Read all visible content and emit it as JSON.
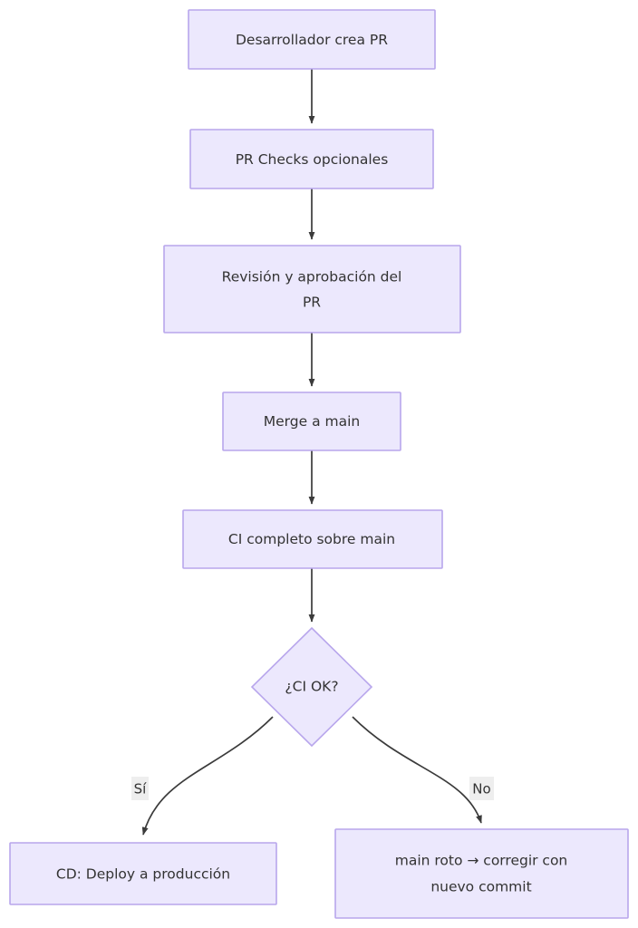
{
  "diagram": {
    "type": "flowchart",
    "direction": "top-to-bottom",
    "background_color": "#ffffff",
    "node_fill_color": "#ece8fd",
    "node_border_color": "#b8a6ec",
    "edge_color": "#3b3b3b",
    "text_color": "#333333",
    "edge_label_bg_color": "#eeeeee",
    "nodes": [
      {
        "id": "n1",
        "shape": "rect",
        "label": "Desarrollador crea PR",
        "label_lines": [
          "Desarrollador crea PR"
        ]
      },
      {
        "id": "n2",
        "shape": "rect",
        "label": "PR Checks opcionales",
        "label_lines": [
          "PR Checks opcionales"
        ]
      },
      {
        "id": "n3",
        "shape": "rect",
        "label": "Revisión y aprobación del PR",
        "label_lines": [
          "Revisión y aprobación del",
          "PR"
        ]
      },
      {
        "id": "n4",
        "shape": "rect",
        "label": "Merge a main",
        "label_lines": [
          "Merge a main"
        ]
      },
      {
        "id": "n5",
        "shape": "rect",
        "label": "CI completo sobre main",
        "label_lines": [
          "CI completo sobre main"
        ]
      },
      {
        "id": "n6",
        "shape": "diamond",
        "label": "¿CI OK?",
        "label_lines": [
          "¿CI OK?"
        ]
      },
      {
        "id": "n7",
        "shape": "rect",
        "label": "CD: Deploy a producción",
        "label_lines": [
          "CD: Deploy a producción"
        ]
      },
      {
        "id": "n8",
        "shape": "rect",
        "label": "main roto → corregir con nuevo commit",
        "label_lines": [
          "main roto → corregir con",
          "nuevo commit"
        ]
      }
    ],
    "edges": [
      {
        "from": "n1",
        "to": "n2",
        "label": ""
      },
      {
        "from": "n2",
        "to": "n3",
        "label": ""
      },
      {
        "from": "n3",
        "to": "n4",
        "label": ""
      },
      {
        "from": "n4",
        "to": "n5",
        "label": ""
      },
      {
        "from": "n5",
        "to": "n6",
        "label": ""
      },
      {
        "from": "n6",
        "to": "n7",
        "label": "Sí"
      },
      {
        "from": "n6",
        "to": "n8",
        "label": "No"
      }
    ]
  }
}
